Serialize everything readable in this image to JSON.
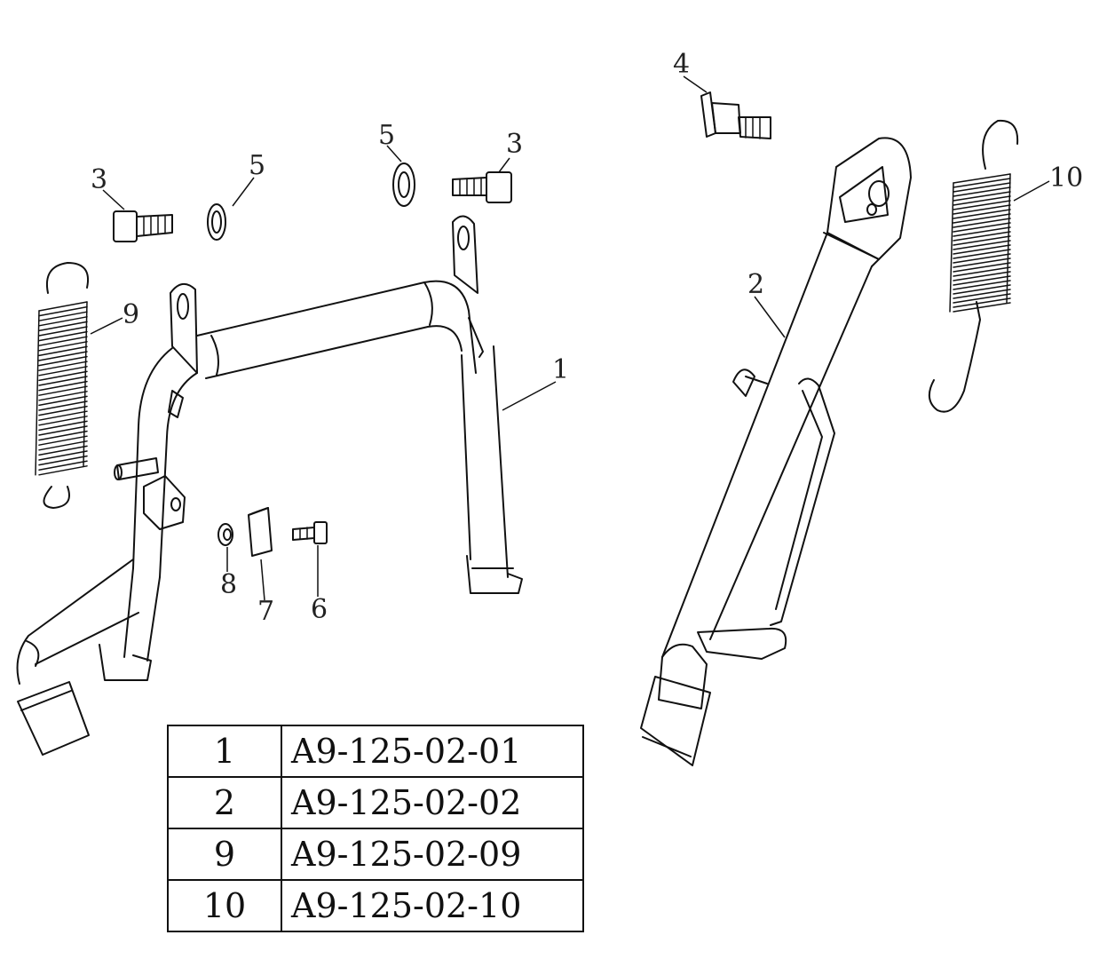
{
  "callouts": [
    {
      "id": "c1",
      "text": "1"
    },
    {
      "id": "c2",
      "text": "2"
    },
    {
      "id": "c3a",
      "text": "3"
    },
    {
      "id": "c3b",
      "text": "3"
    },
    {
      "id": "c4",
      "text": "4"
    },
    {
      "id": "c5a",
      "text": "5"
    },
    {
      "id": "c5b",
      "text": "5"
    },
    {
      "id": "c6",
      "text": "6"
    },
    {
      "id": "c7",
      "text": "7"
    },
    {
      "id": "c8",
      "text": "8"
    },
    {
      "id": "c9",
      "text": "9"
    },
    {
      "id": "c10",
      "text": "10"
    }
  ],
  "parts_table": {
    "rows": [
      {
        "num": "1",
        "code": "A9-125-02-01"
      },
      {
        "num": "2",
        "code": "A9-125-02-02"
      },
      {
        "num": "9",
        "code": "A9-125-02-09"
      },
      {
        "num": "10",
        "code": "A9-125-02-10"
      }
    ]
  }
}
